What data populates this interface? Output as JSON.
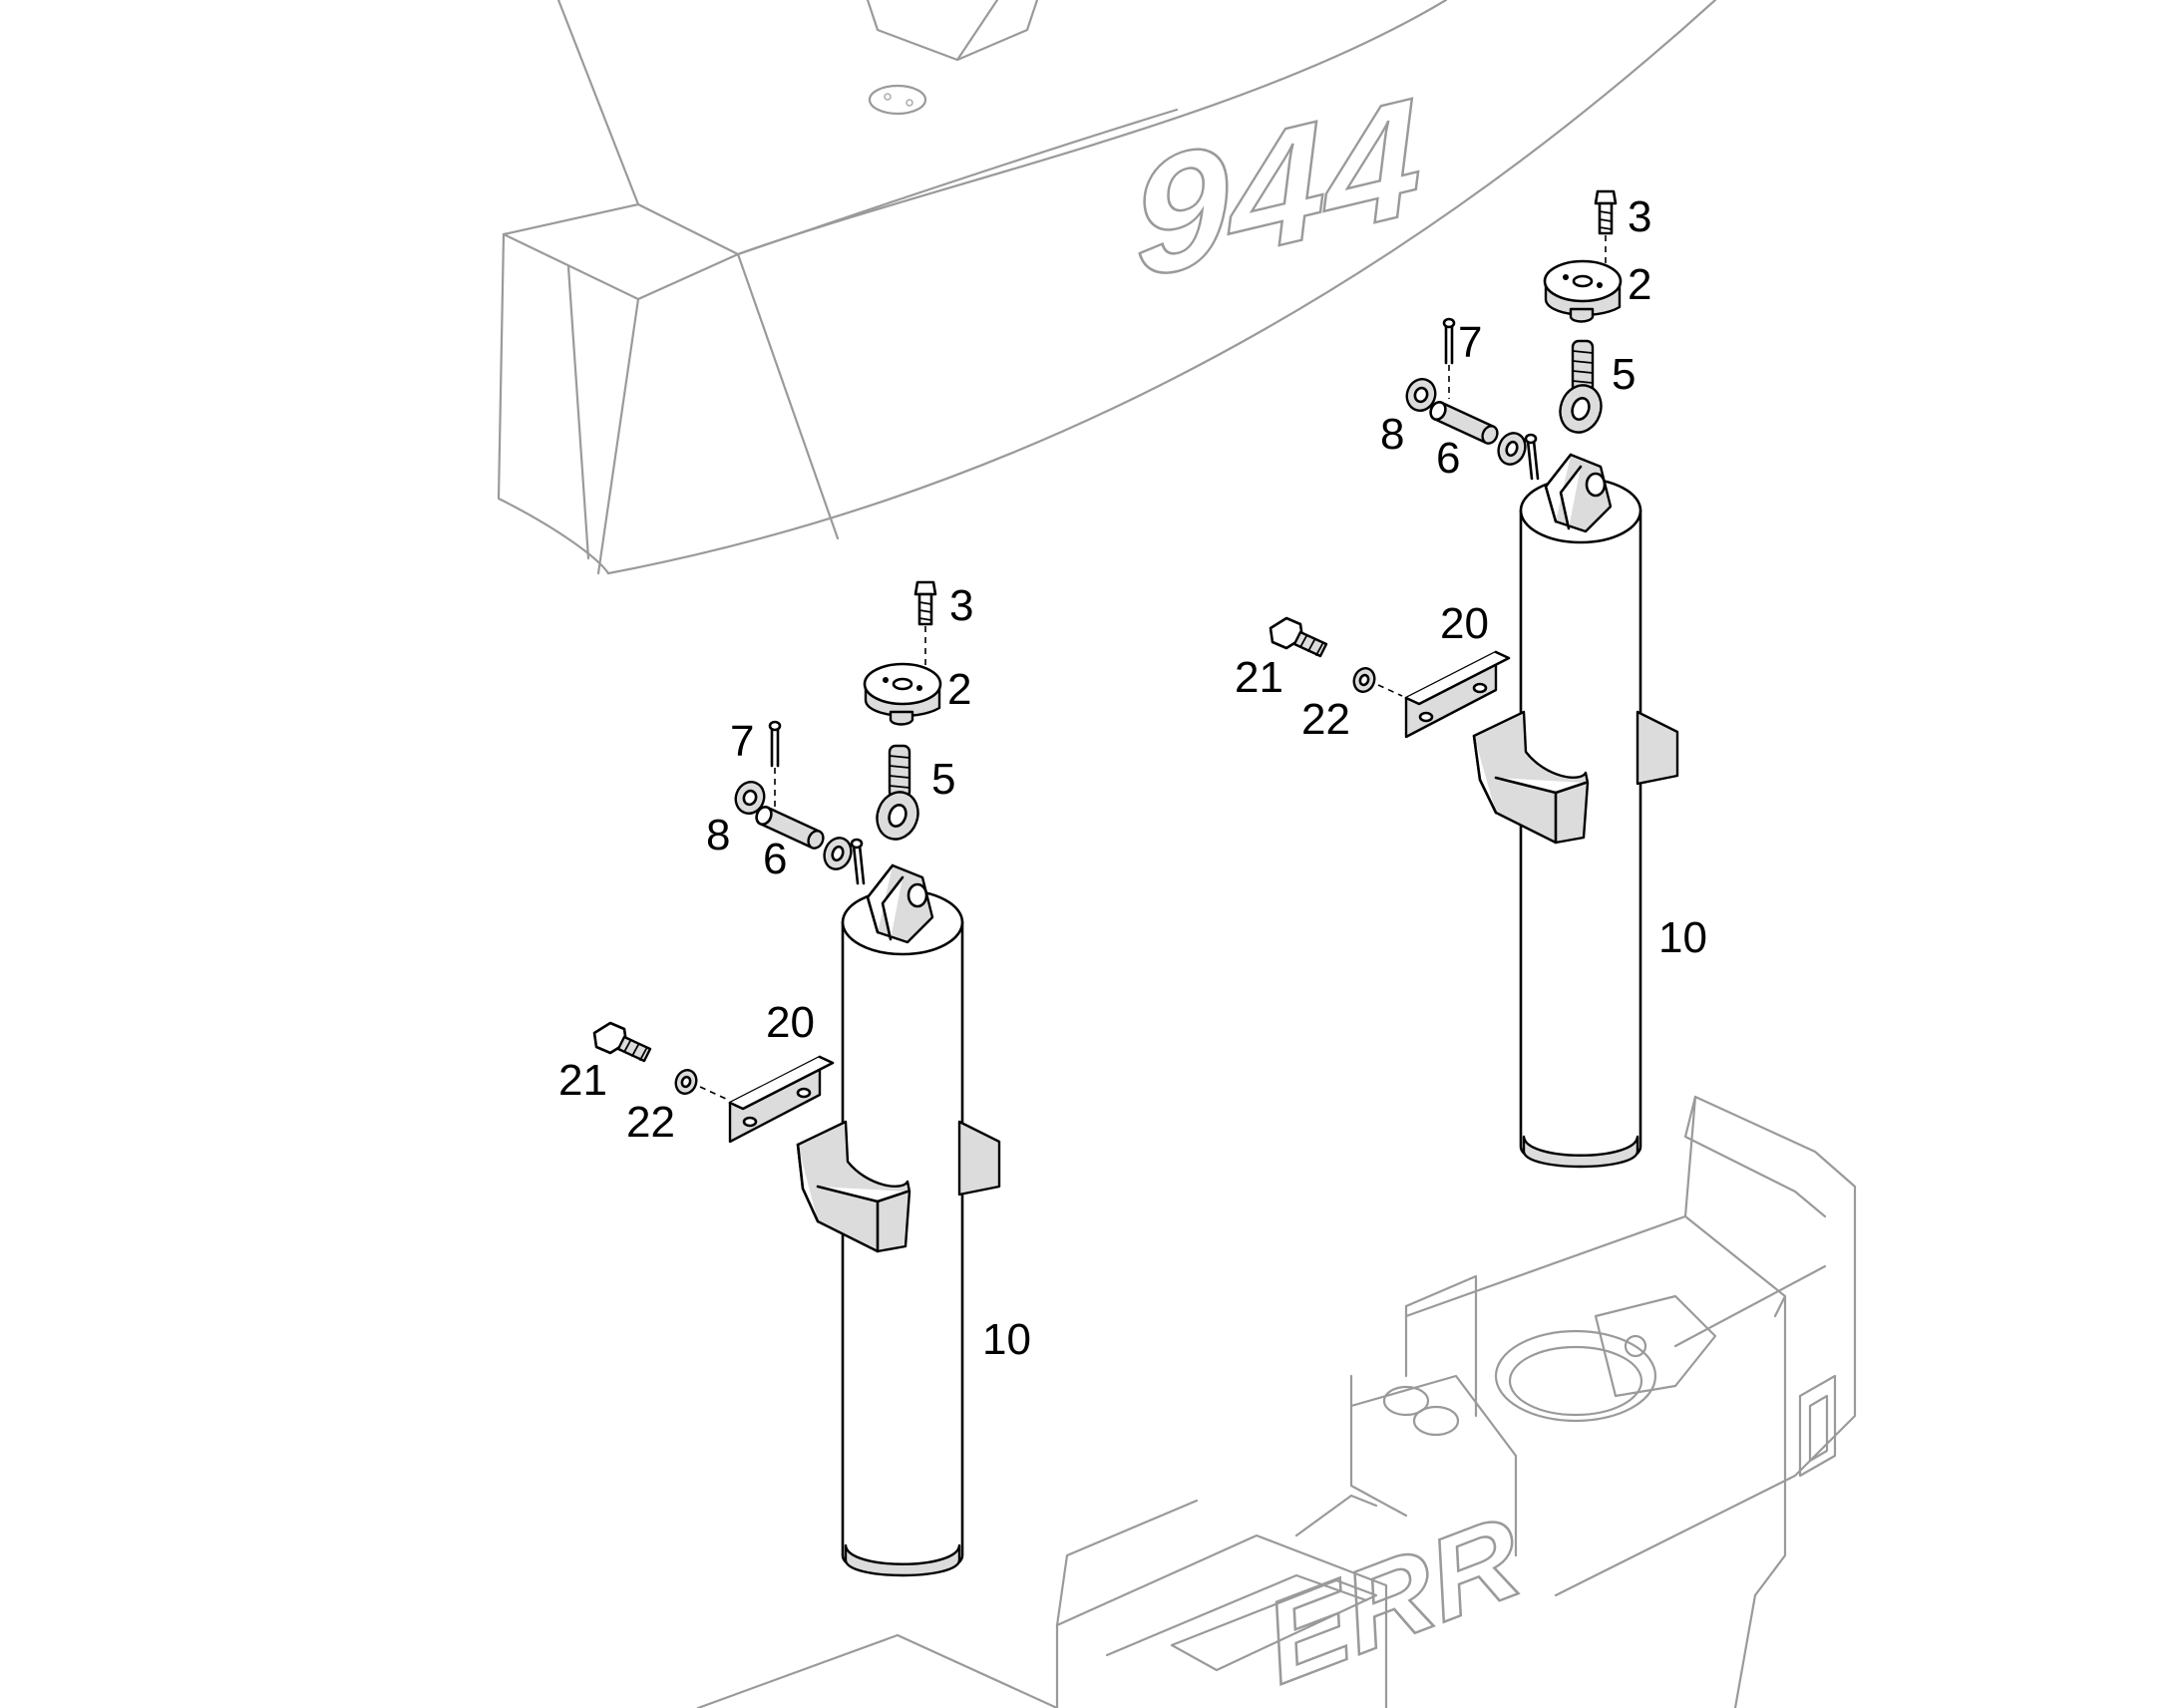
{
  "background": {
    "counterweight_emblem": "944",
    "frame_emblem": "ERR"
  },
  "left_assembly": {
    "callouts": {
      "c3": "3",
      "c2": "2",
      "c7": "7",
      "c5": "5",
      "c8": "8",
      "c6": "6",
      "c20": "20",
      "c21": "21",
      "c22": "22",
      "c10": "10"
    }
  },
  "right_assembly": {
    "callouts": {
      "c3": "3",
      "c2": "2",
      "c7": "7",
      "c5": "5",
      "c8": "8",
      "c6": "6",
      "c20": "20",
      "c21": "21",
      "c22": "22",
      "c10": "10"
    }
  }
}
